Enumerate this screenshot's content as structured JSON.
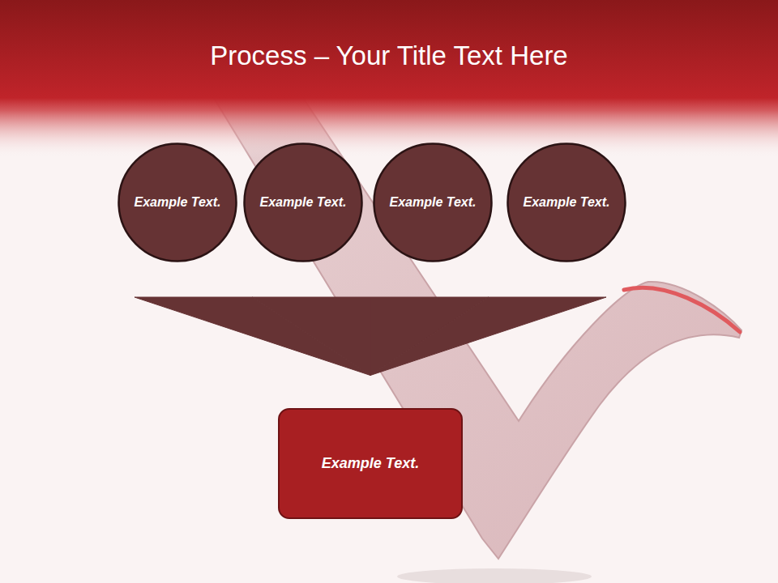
{
  "diagram": {
    "title": "Process – Your Title Text Here",
    "nodes": [
      {
        "text": [
          "Example Text."
        ]
      },
      {
        "text": [
          "Example Text."
        ]
      },
      {
        "text": [
          "Example Text."
        ]
      },
      {
        "text": [
          "Example Text."
        ]
      },
      {
        "text": [
          "Example Text."
        ]
      }
    ],
    "edges": [
      {
        "from": 0,
        "to": 4,
        "arrow": "to"
      },
      {
        "from": 1,
        "to": 4,
        "arrow": "to"
      },
      {
        "from": 2,
        "to": 4,
        "arrow": "to"
      },
      {
        "from": 3,
        "to": 4,
        "arrow": "to"
      }
    ]
  }
}
